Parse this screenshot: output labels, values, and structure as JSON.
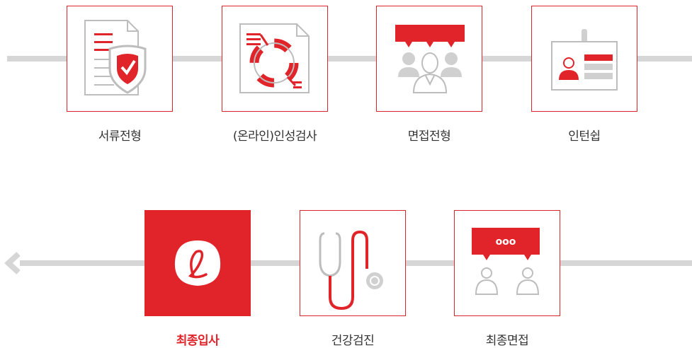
{
  "colors": {
    "accent": "#e1232a",
    "gray": "#bdbdbd",
    "line": "#d6d6d6",
    "text": "#333333"
  },
  "steps_row1": [
    {
      "label": "서류전형",
      "icon": "document-shield-icon"
    },
    {
      "label": "(온라인)인성검사",
      "icon": "lifebuoy-document-icon"
    },
    {
      "label": "면접전형",
      "icon": "interview-group-icon"
    },
    {
      "label": "인턴쉽",
      "icon": "id-badge-icon"
    }
  ],
  "steps_row2": [
    {
      "label": "최종입사",
      "icon": "lotte-logo-icon",
      "active": true
    },
    {
      "label": "건강검진",
      "icon": "stethoscope-icon"
    },
    {
      "label": "최종면접",
      "icon": "final-interview-icon"
    }
  ],
  "speech_bubble_text": "ooo"
}
